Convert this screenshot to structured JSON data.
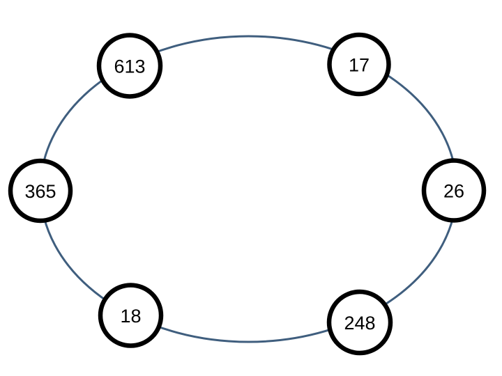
{
  "slide": {
    "background": "#ffffff"
  },
  "diagram": {
    "type": "cycle-diagram",
    "ellipse_stroke": "#3f5e7e",
    "node_stroke": "#000000",
    "node_fill": "#ffffff",
    "label_color": "#000000",
    "nodes": [
      {
        "label": "613",
        "position": "top-left"
      },
      {
        "label": "17",
        "position": "top-right"
      },
      {
        "label": "365",
        "position": "left"
      },
      {
        "label": "26",
        "position": "right"
      },
      {
        "label": "18",
        "position": "bottom-left"
      },
      {
        "label": "248",
        "position": "bottom-right"
      }
    ]
  }
}
